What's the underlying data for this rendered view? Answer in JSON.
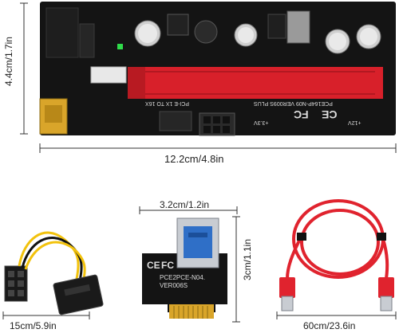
{
  "dimensions": {
    "board_height": "4.4cm/1.7in",
    "board_width": "12.2cm/4.8in",
    "adapter_width": "3.2cm/1.2in",
    "adapter_height": "3cm/1.1in",
    "power_cable_length": "15cm/5.9in",
    "usb_cable_length": "60cm/23.6in"
  },
  "board_marks": {
    "model": "PCE164P-N09  VER009S PLUS",
    "pcie": "PCI-E 1X TO 16X",
    "ce": "CE",
    "fcc": "FC",
    "volt_33": "+3.3V",
    "volt_12": "+12V"
  },
  "adapter_marks": {
    "model_line1": "PCE2PCE-N04.",
    "model_line2": "VER006S",
    "ce": "CE",
    "fcc": "FC"
  },
  "colors": {
    "pcb": "#141414",
    "slot_red": "#d8202a",
    "usb_blue": "#2f6fc7",
    "cable_red": "#e0232e",
    "gold": "#d9a52a",
    "cable_yellow": "#f2c20c"
  }
}
